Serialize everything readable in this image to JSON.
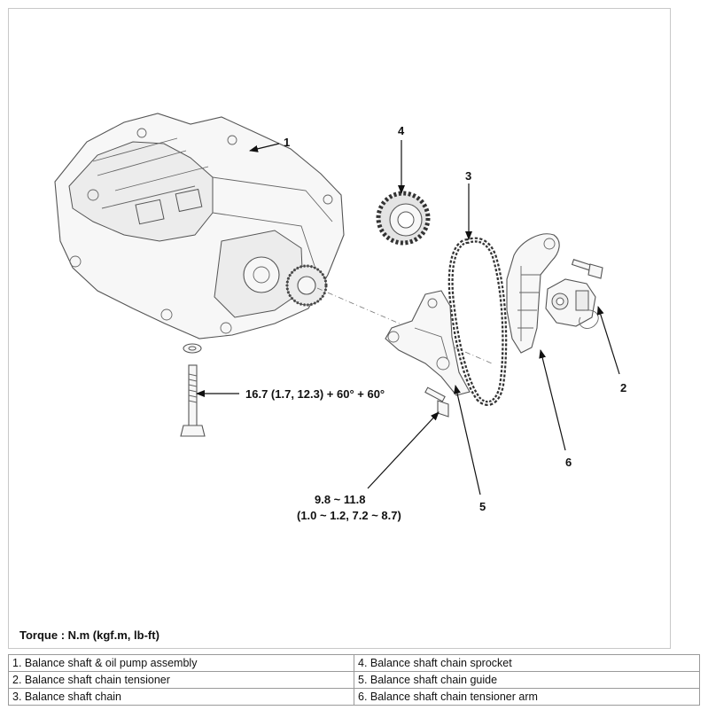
{
  "callouts": {
    "c1": "1",
    "c2": "2",
    "c3": "3",
    "c4": "4",
    "c5": "5",
    "c6": "6"
  },
  "torque_specs": {
    "main_bolt": "16.7 (1.7, 12.3) + 60° + 60°",
    "guide_bolt_line1": "9.8 ~ 11.8",
    "guide_bolt_line2": "(1.0 ~ 1.2, 7.2 ~ 8.7)"
  },
  "torque_unit_note": "Torque : N.m (kgf.m, lb-ft)",
  "legend": [
    [
      "1. Balance shaft & oil pump assembly",
      "4. Balance shaft chain sprocket"
    ],
    [
      "2. Balance shaft chain tensioner",
      "5. Balance shaft chain guide"
    ],
    [
      "3. Balance shaft chain",
      "6. Balance shaft chain tensioner arm"
    ]
  ]
}
